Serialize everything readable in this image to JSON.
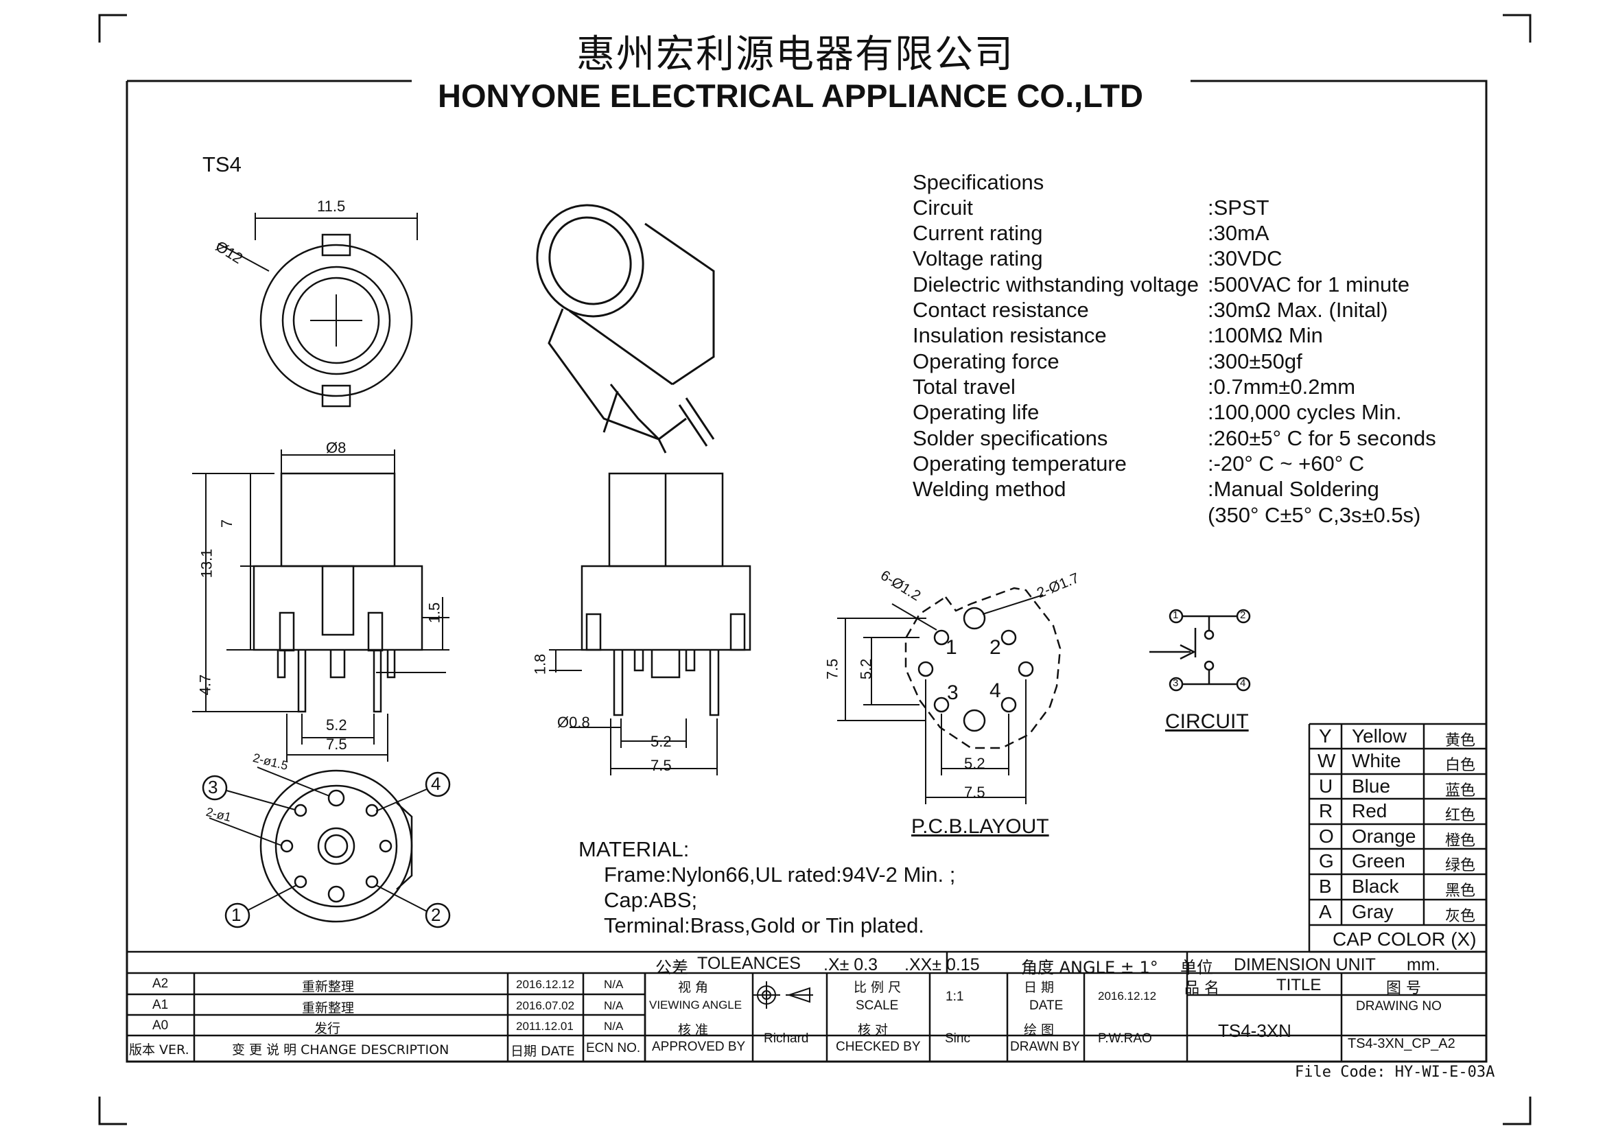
{
  "company": {
    "name_cn": "惠州宏利源电器有限公司",
    "name_en": "HONYONE ELECTRICAL APPLIANCE  CO.,LTD"
  },
  "model": "TS4",
  "dimensions": {
    "top_width": "11.5",
    "top_dia": "Ø12",
    "side_cap_dia": "Ø8",
    "side_cap_h": "7",
    "side_total_h": "13.1",
    "side_base_h": "1.5",
    "side_pin_h": "4.7",
    "side_pin_52": "5.2",
    "side_pin_75": "7.5",
    "front_pin_h": "1.8",
    "front_pin_dia": "Ø0.8",
    "front_52": "5.2",
    "front_75": "7.5",
    "bottom_hole_a": "2-ø1.5",
    "bottom_hole_b": "2-ø1"
  },
  "pin_markers": [
    "1",
    "2",
    "3",
    "4"
  ],
  "pcb": {
    "label": "P.C.B.LAYOUT",
    "hole_a": "6-Ø1.2",
    "hole_b": "2-Ø1.7",
    "dim_75_v": "7.5",
    "dim_52_v": "5.2",
    "dim_52_h": "5.2",
    "dim_75_h": "7.5",
    "pads": [
      "1",
      "2",
      "3",
      "4"
    ]
  },
  "circuit": {
    "label": "CIRCUIT",
    "nodes": [
      "1",
      "2",
      "3",
      "4"
    ]
  },
  "specifications": {
    "title": "Specifications",
    "rows": [
      {
        "key": "Circuit",
        "value": ":SPST"
      },
      {
        "key": "Current rating",
        "value": ":30mA"
      },
      {
        "key": "Voltage rating",
        "value": ":30VDC"
      },
      {
        "key": "Dielectric withstanding voltage",
        "value": ":500VAC for 1 minute"
      },
      {
        "key": "Contact resistance",
        "value": ":30mΩ   Max. (Inital)"
      },
      {
        "key": "Insulation resistance",
        "value": ":100MΩ   Min"
      },
      {
        "key": "Operating force",
        "value": ":300±50gf"
      },
      {
        "key": "Total travel",
        "value": ":0.7mm±0.2mm"
      },
      {
        "key": "Operating life",
        "value": ":100,000 cycles Min."
      },
      {
        "key": "Solder specifications",
        "value": ":260±5° C for 5 seconds"
      },
      {
        "key": "Operating temperature",
        "value": ":-20° C ~ +60° C"
      },
      {
        "key": "Welding method",
        "value": ":Manual Soldering"
      },
      {
        "key": "",
        "value": "(350° C±5° C,3s±0.5s)"
      }
    ]
  },
  "material": {
    "title": "MATERIAL:",
    "lines": [
      "Frame:Nylon66,UL rated:94V-2 Min. ;",
      "Cap:ABS;",
      "Terminal:Brass,Gold or Tin plated."
    ]
  },
  "cap_colors": {
    "title": "CAP COLOR (X)",
    "rows": [
      {
        "code": "Y",
        "en": "Yellow",
        "cn": "黄色"
      },
      {
        "code": "W",
        "en": "White",
        "cn": "白色"
      },
      {
        "code": "U",
        "en": "Blue",
        "cn": "蓝色"
      },
      {
        "code": "R",
        "en": "Red",
        "cn": "红色"
      },
      {
        "code": "O",
        "en": "Orange",
        "cn": "橙色"
      },
      {
        "code": "G",
        "en": "Green",
        "cn": "绿色"
      },
      {
        "code": "B",
        "en": "Black",
        "cn": "黑色"
      },
      {
        "code": "A",
        "en": "Gray",
        "cn": "灰色"
      }
    ]
  },
  "title_block": {
    "tolerance_cn": "公差",
    "tolerance": "TOLEANCES",
    "tol_x": ".X± 0.3",
    "tol_xx": ".XX± 0.15",
    "angle": "角度 ANGLE ± 1°",
    "unit_cn": "单位",
    "unit": "DIMENSION UNIT",
    "unit_val": "mm.",
    "revisions": [
      {
        "ver": "A2",
        "desc": "重新整理",
        "date": "2016.12.12",
        "ecn": "N/A"
      },
      {
        "ver": "A1",
        "desc": "重新整理",
        "date": "2016.07.02",
        "ecn": "N/A"
      },
      {
        "ver": "A0",
        "desc": "发行",
        "date": "2011.12.01",
        "ecn": "N/A"
      }
    ],
    "hdr_ver": "版本 VER.",
    "hdr_desc": "变 更 说 明   CHANGE DESCRIPTION",
    "hdr_date": "日期 DATE",
    "hdr_ecn": "ECN NO.",
    "view_cn": "视   角",
    "view_en": "VIEWING ANGLE",
    "scale_cn": "比 例 尺",
    "scale_en": "SCALE",
    "scale_val": "1:1",
    "date_cn": "日   期",
    "date_en": "DATE",
    "date_val": "2016.12.12",
    "title_cn": "品   名",
    "title_en": "TITLE",
    "title_val": "TS4-3XN",
    "dwg_cn": "图   号",
    "dwg_en": "DRAWING NO",
    "dwg_val": "TS4-3XN_CP_A2",
    "approved_cn": "核   准",
    "approved_en": "APPROVED BY",
    "approved_val": "Richard",
    "checked_cn": "核   对",
    "checked_en": "CHECKED BY",
    "checked_val": "Sinc",
    "drawn_cn": "绘   图",
    "drawn_en": "DRAWN BY",
    "drawn_val": "P.W.RAO"
  },
  "file_code": "File Code: HY-WI-E-03A"
}
